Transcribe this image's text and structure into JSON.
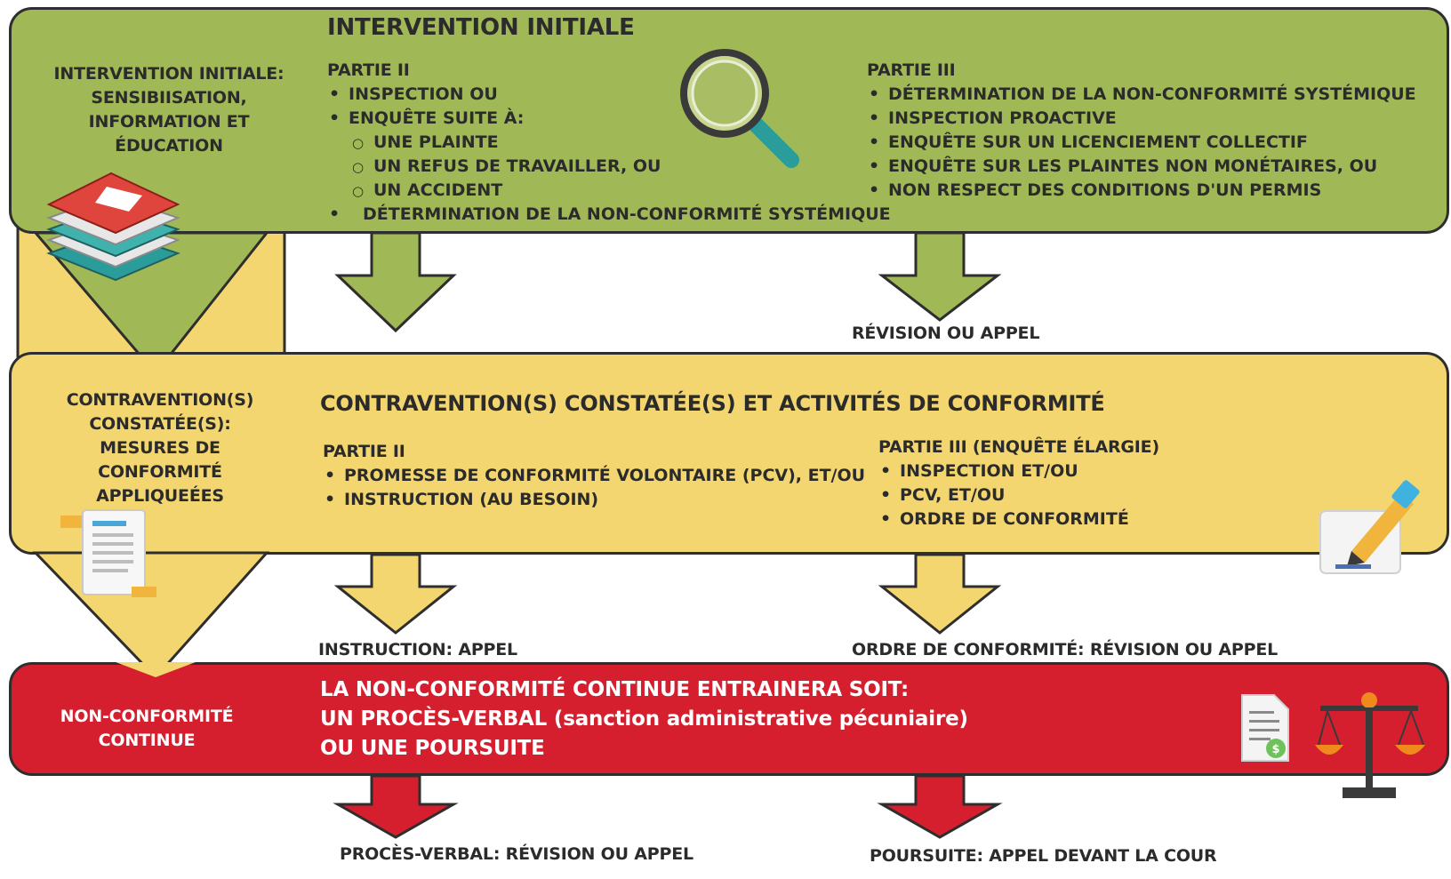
{
  "colors": {
    "green": "#a0b956",
    "yellow": "#f3d670",
    "red": "#d51f2f",
    "outline": "#2e2e2e"
  },
  "stage1": {
    "title": "INTERVENTION INITIALE",
    "side_label": [
      "INTERVENTION INITIALE:",
      "SENSIBIISATION,",
      "INFORMATION ET",
      "ÉDUCATION"
    ],
    "part2": {
      "heading": "PARTIE II",
      "items": [
        "INSPECTION OU",
        "ENQUÊTE SUITE À:"
      ],
      "subitems": [
        "UNE PLAINTE",
        "UN REFUS DE TRAVAILLER, OU",
        "UN ACCIDENT"
      ],
      "last_item": "DÉTERMINATION DE LA NON-CONFORMITÉ SYSTÉMIQUE"
    },
    "part3": {
      "heading": "PARTIE III",
      "items": [
        "DÉTERMINATION DE LA NON-CONFORMITÉ SYSTÉMIQUE",
        "INSPECTION PROACTIVE",
        "ENQUÊTE SUR UN LICENCIEMENT COLLECTIF",
        "ENQUÊTE SUR LES PLAINTES NON MONÉTAIRES, OU",
        "NON RESPECT DES CONDITIONS D'UN PERMIS"
      ]
    },
    "icon": "magnifier-icon",
    "left_icon": "books-icon"
  },
  "arrow1_right_label": "RÉVISION OU APPEL",
  "stage2": {
    "title": "CONTRAVENTION(S) CONSTATÉE(S) ET ACTIVITÉS DE CONFORMITÉ",
    "side_label": [
      "CONTRAVENTION(S)",
      "CONSTATÉE(S):",
      "MESURES DE",
      "CONFORMITÉ",
      "APPLIQUEÉES"
    ],
    "part2": {
      "heading": "PARTIE II",
      "items": [
        "PROMESSE DE CONFORMITÉ VOLONTAIRE (PCV), ET/OU",
        "INSTRUCTION (AU BESOIN)"
      ]
    },
    "part3": {
      "heading": "PARTIE III (ENQUÊTE ÉLARGIE)",
      "items": [
        "INSPECTION ET/OU",
        "PCV, ET/OU",
        "ORDRE DE CONFORMITÉ"
      ]
    },
    "icon": "pen-document-icon",
    "left_icon": "document-icon"
  },
  "arrow2_left_label": "INSTRUCTION: APPEL",
  "arrow2_right_label": "ORDRE DE CONFORMITÉ: RÉVISION OU APPEL",
  "stage3": {
    "side_label": [
      "NON-CONFORMITÉ",
      "CONTINUE"
    ],
    "lines": [
      "LA NON-CONFORMITÉ CONTINUE ENTRAINERA SOIT:",
      "UN PROCÈS-VERBAL (sanction administrative pécuniaire)",
      "OU UNE POURSUITE"
    ],
    "icons": [
      "invoice-icon",
      "scales-icon"
    ]
  },
  "arrow3_left_label": "PROCÈS-VERBAL: RÉVISION OU APPEL",
  "arrow3_right_label": "POURSUITE: APPEL DEVANT LA COUR"
}
